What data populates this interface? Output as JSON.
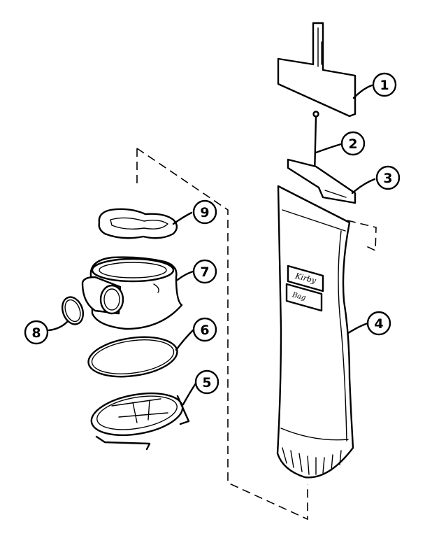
{
  "callouts": {
    "c1": "1",
    "c2": "2",
    "c3": "3",
    "c4": "4",
    "c5": "5",
    "c6": "6",
    "c7": "7",
    "c8": "8",
    "c9": "9"
  },
  "bag_label": {
    "line1": "Kirby",
    "line2": "Bag"
  }
}
